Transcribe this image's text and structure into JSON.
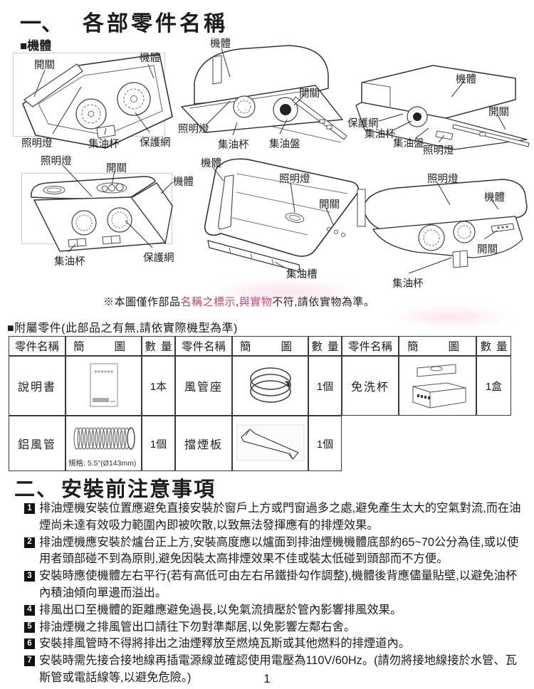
{
  "labels": {
    "body": "機體",
    "switch": "開關",
    "light": "照明燈",
    "oil_cup": "集油杯",
    "guard_net": "保護網",
    "oil_pan": "集油盤",
    "oil_trough": "集油槽"
  },
  "section1": {
    "prefix": "一、",
    "title": "各部零件名稱",
    "sub": "■機體",
    "note": {
      "s1": "※本圖僅作部品",
      "s2": "名稱之標示",
      "s3": ",",
      "s4": "與實物",
      "s5": "不符,請依實物為準。"
    }
  },
  "attachments": {
    "heading": "■附屬零件(此部品之有無,請依實際機型為準)",
    "col_name": "零件名稱",
    "col_diagram": "簡圖",
    "col_qty": "數量",
    "items": [
      {
        "name": "說明書",
        "qty": "1本"
      },
      {
        "name": "風管座",
        "qty": "1個"
      },
      {
        "name": "免洗杯",
        "qty": "1盒"
      },
      {
        "name": "鋁風管",
        "qty": "1個",
        "spec": "規格: 5.5\"(Ø143mm)"
      },
      {
        "name": "擋煙板",
        "qty": "1個"
      }
    ]
  },
  "section2": {
    "prefix": "二、",
    "title": "安裝前注意事項",
    "items": [
      {
        "num": "1",
        "text": "排油煙機安裝位置應避免直接安裝於窗戶上方或門窗過多之處,避免產生太大的空氣對流,而在油煙尚未達有效吸力範圍內即被吹散,以致無法發揮應有的排煙效果。"
      },
      {
        "num": "2",
        "text": "排油煙機應安裝於爐台正上方,安裝高度應以爐面到排油煙機機體底部約65~70公分為佳,或以使用者頭部碰不到為原則,避免因裝太高排煙效果不佳或裝太低碰到頭部而不方便。"
      },
      {
        "num": "3",
        "text": "安裝時應使機體左右平行(若有高低可由左右吊鐵掛勾作調整),機體後背應儘量貼壁,以避免油杯內積油傾向單邊而溢出。"
      },
      {
        "num": "4",
        "text": "排風出口至機體的距離應避免過長,以免氣流擠壓於管內影響排風效果。"
      },
      {
        "num": "5",
        "text": "排油煙機之排風管出口請往下勿對準鄰居,以免影響左鄰右舍。"
      },
      {
        "num": "6",
        "text": "安裝排風管時不得將排出之油煙釋放至燃燒瓦斯或其他燃料的排煙道內。"
      },
      {
        "num": "7",
        "text": "安裝時需先接合接地線再插電源線並確認使用電壓為110V/60Hz。(請勿將接地線接於水管、瓦斯管或電話線等,以避免危險。)"
      }
    ]
  },
  "page_number": "1",
  "colors": {
    "accent_red": "#c8426d",
    "text": "#1c1c1c"
  }
}
